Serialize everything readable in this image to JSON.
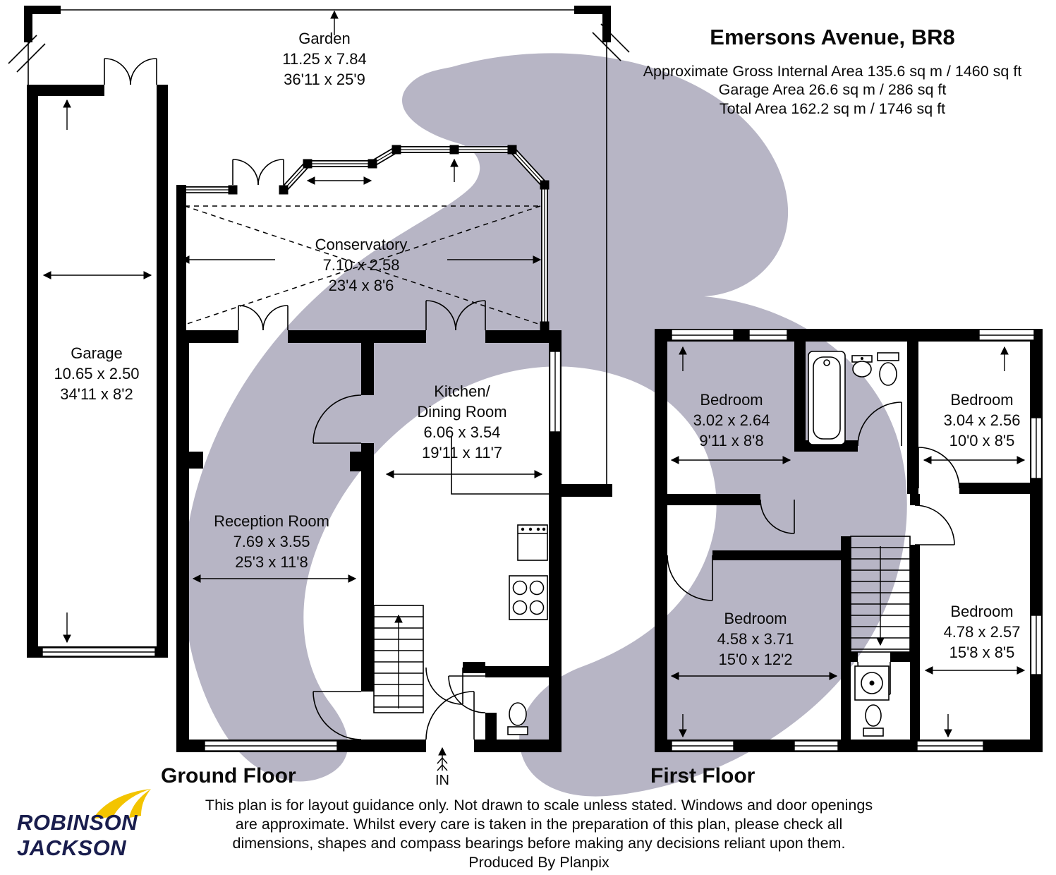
{
  "header": {
    "title": "Emersons Avenue, BR8",
    "area_lines": [
      "Approximate Gross Internal Area 135.6 sq m / 1460 sq ft",
      "Garage Area 26.6 sq m / 286 sq ft",
      "Total Area 162.2 sq m / 1746 sq ft"
    ]
  },
  "ground_floor": {
    "label": "Ground Floor",
    "entrance_label": "IN",
    "rooms": {
      "garden": {
        "name": "Garden",
        "metric": "11.25 x 7.84",
        "imperial": "36'11 x 25'9"
      },
      "garage": {
        "name": "Garage",
        "metric": "10.65 x 2.50",
        "imperial": "34'11 x 8'2"
      },
      "conservatory": {
        "name": "Conservatory",
        "metric": "7.10 x 2.58",
        "imperial": "23'4 x 8'6"
      },
      "kitchen_dining": {
        "name_line1": "Kitchen/",
        "name_line2": "Dining Room",
        "metric": "6.06 x 3.54",
        "imperial": "19'11 x 11'7"
      },
      "reception": {
        "name": "Reception Room",
        "metric": "7.69 x 3.55",
        "imperial": "25'3 x 11'8"
      }
    }
  },
  "first_floor": {
    "label": "First Floor",
    "rooms": {
      "bedroom_top_left": {
        "name": "Bedroom",
        "metric": "3.02 x 2.64",
        "imperial": "9'11 x 8'8"
      },
      "bedroom_top_right": {
        "name": "Bedroom",
        "metric": "3.04 x 2.56",
        "imperial": "10'0 x 8'5"
      },
      "bedroom_bottom_left": {
        "name": "Bedroom",
        "metric": "4.58 x 3.71",
        "imperial": "15'0 x 12'2"
      },
      "bedroom_bottom_right": {
        "name": "Bedroom",
        "metric": "4.78 x 2.57",
        "imperial": "15'8 x 8'5"
      }
    }
  },
  "footer": {
    "disclaimer_lines": [
      "This plan is for layout guidance only. Not drawn to scale unless stated. Windows and door openings",
      "are approximate. Whilst every care is taken in the preparation of this plan, please check all",
      "dimensions, shapes and compass bearings before making any decisions reliant upon them.",
      "Produced By Planpix"
    ]
  },
  "logo": {
    "line1": "ROBINSON",
    "line2": "JACKSON"
  },
  "colors": {
    "watermark": "#b7b5c5",
    "wall": "#000000",
    "logo_navy": "#191d4d",
    "logo_yellow": "#f3c400"
  }
}
